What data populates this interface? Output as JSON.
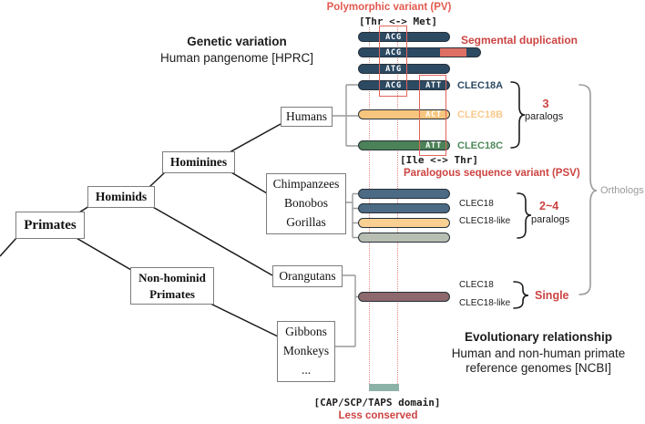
{
  "genetic_variation": {
    "title": "Genetic variation",
    "subtitle": "Human pangenome [HPRC]"
  },
  "evolutionary_relationship": {
    "title": "Evolutionary relationship",
    "subtitle1": "Human and non-human primate",
    "subtitle2": "reference genomes [NCBI]"
  },
  "annotations": {
    "polymorphic_variant": "Polymorphic variant (PV)",
    "pv_codon_change": "[Thr <-> Met]",
    "segmental_duplication": "Segmental duplication",
    "psv_codon_change": "[Ile <-> Thr]",
    "paralogous_sequence_variant": "Paralogous sequence variant (PSV)",
    "cap_domain": "[CAP/SCP/TAPS domain]",
    "less_conserved": "Less conserved",
    "orthologs": "Orthologs"
  },
  "tree": {
    "primates": "Primates",
    "hominids": "Hominids",
    "hominines": "Hominines",
    "non_hominid_line1": "Non-hominid",
    "non_hominid_line2": "Primates",
    "humans": "Humans",
    "chimpanzees": "Chimpanzees",
    "bonobos": "Bonobos",
    "gorillas": "Gorillas",
    "orangutans": "Orangutans",
    "gibbons": "Gibbons",
    "monkeys": "Monkeys",
    "ellipsis": "..."
  },
  "genes": {
    "hprc_bar1_codon": "ACG",
    "hprc_bar2_codon": "ACG",
    "hprc_bar3_codon": "ATG",
    "clec18a": {
      "label": "CLEC18A",
      "codon1": "ACG",
      "codon2": "ATT"
    },
    "clec18b": {
      "label": "CLEC18B",
      "codon2": "ACT"
    },
    "clec18c": {
      "label": "CLEC18C",
      "codon2": "ATT"
    },
    "ape_clec18": "CLEC18",
    "ape_clec18_like": "CLEC18-like",
    "monkey_clec18": "CLEC18",
    "monkey_clec18_like": "CLEC18-like"
  },
  "groups": {
    "human_count": "3",
    "human_unit": "paralogs",
    "ape_count": "2~4",
    "ape_unit": "paralogs",
    "monkey_count": "Single"
  },
  "colors": {
    "navy": "#2d4a63",
    "steel": "#4c6a83",
    "orange": "#f7c67e",
    "peach": "#f9cf92",
    "green": "#4c8257",
    "gray_bar": "#b9beb2",
    "mauve": "#8d686c",
    "teal": "#8cb2a8",
    "salmon_segment": "#dd6f63",
    "accent_red": "#cc4442",
    "pv_red": "#e25a50",
    "overlay_red": "#e0655c",
    "label_orange": "#f9c98b",
    "label_green": "#4e8a5a",
    "connector_gray": "#9a9a9a"
  }
}
